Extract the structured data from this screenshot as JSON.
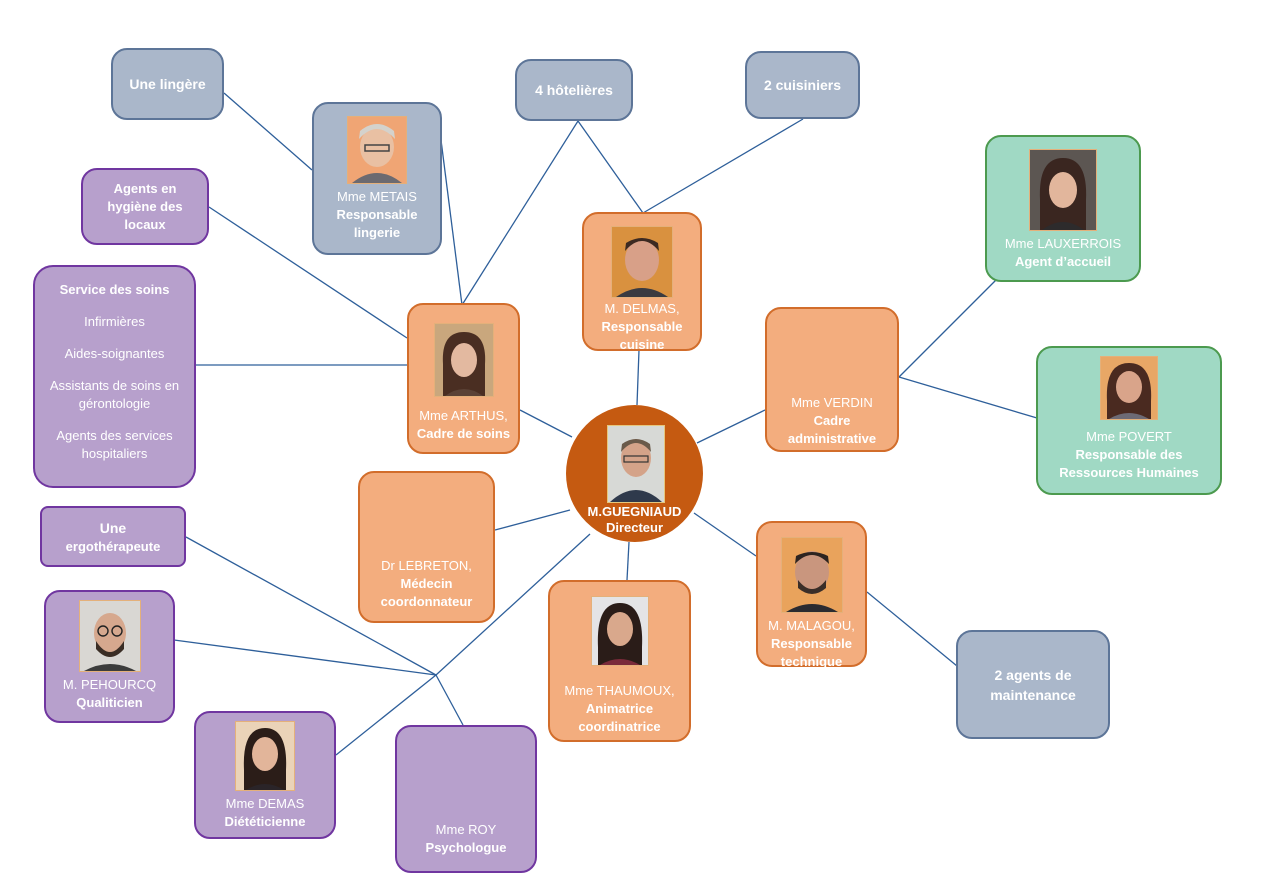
{
  "colors": {
    "grey": "#aab7ca",
    "purple": "#b7a0cc",
    "orange": "#f3ad7e",
    "green": "#a0d9c4",
    "director": "#c55a11",
    "line": "#2e5f9a"
  },
  "director": {
    "name": "M.GUEGNIAUD",
    "role": "Directeur"
  },
  "lingere": "Une lingère",
  "hotelieres": "4 hôtelières",
  "cuisiniers": "2 cuisiniers",
  "metais": {
    "name": "Mme METAIS",
    "role_line1": "Responsable",
    "role_line2": "lingerie"
  },
  "delmas": {
    "name": "M. DELMAS,",
    "role_line1": "Responsable",
    "role_line2": "cuisine"
  },
  "hygiene": {
    "line1": "Agents en",
    "line2": "hygiène des",
    "line3": "locaux"
  },
  "soins_service": {
    "title": "Service des soins",
    "items": [
      "Infirmières",
      "Aides-soignantes",
      "Assistants de soins en gérontologie",
      "Agents des services hospitaliers"
    ]
  },
  "arthus": {
    "name": "Mme ARTHUS,",
    "role": "Cadre de soins"
  },
  "lauxerrois": {
    "name": "Mme LAUXERROIS",
    "role": "Agent d’accueil"
  },
  "povert": {
    "name": "Mme POVERT",
    "role_line1": "Responsable des",
    "role_line2": "Ressources Humaines"
  },
  "verdin": {
    "name": "Mme VERDIN",
    "role_line1": "Cadre",
    "role_line2": "administrative"
  },
  "lebreton": {
    "name": "Dr LEBRETON,",
    "role_line1": "Médecin",
    "role_line2": "coordonnateur"
  },
  "ergo": {
    "line1": "Une",
    "line2": "ergothérapeute"
  },
  "pehourcq": {
    "name": "M. PEHOURCQ",
    "role": "Qualiticien"
  },
  "demas": {
    "name": "Mme DEMAS",
    "role": "Diététicienne"
  },
  "roy": {
    "name": "Mme ROY",
    "role": "Psychologue"
  },
  "thaumoux": {
    "name": "Mme THAUMOUX,",
    "role_line1": "Animatrice",
    "role_line2": "coordinatrice"
  },
  "malagou": {
    "name": "M. MALAGOU,",
    "role_line1": "Responsable",
    "role_line2": "technique"
  },
  "maintenance": {
    "line1": "2 agents de",
    "line2": "maintenance"
  }
}
